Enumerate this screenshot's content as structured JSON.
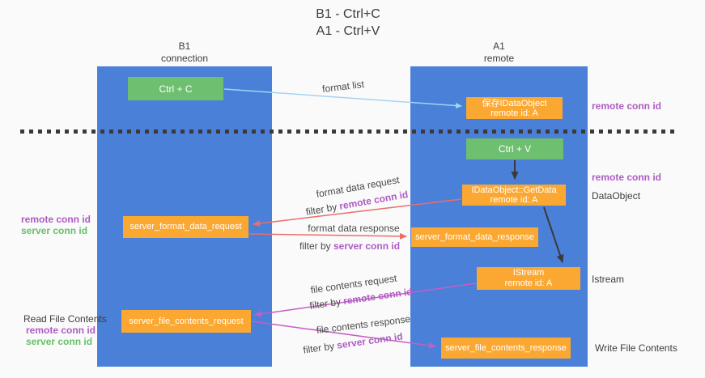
{
  "title": {
    "line1": "B1 - Ctrl+C",
    "line2": "A1 - Ctrl+V"
  },
  "lanes": {
    "left": {
      "name": "B1",
      "role": "connection"
    },
    "right": {
      "name": "A1",
      "role": "remote"
    }
  },
  "boxes": {
    "ctrl_c": "Ctrl + C",
    "ctrl_v": "Ctrl + V",
    "save_idataobject": {
      "line1": "保存IDataObject",
      "line2": "remote id: A"
    },
    "getdata": {
      "line1": "IDataObject::GetData",
      "line2": "remote id: A"
    },
    "format_request": "server_format_data_request",
    "format_response": "server_format_data_response",
    "istream": {
      "line1": "IStream",
      "line2": "remote id: A"
    },
    "file_request": "server_file_contents_request",
    "file_response": "server_file_contents_response"
  },
  "flow_labels": {
    "format_list": "format list",
    "format_data_request": "format data request",
    "format_data_response": "format data response",
    "file_contents_request": "file contents request",
    "file_contents_response": "file contents response",
    "filter_by": "filter by ",
    "remote_conn_id": "remote conn id",
    "server_conn_id": "server conn id"
  },
  "side_labels": {
    "remote_conn_id": "remote conn id",
    "server_conn_id": "server conn id",
    "dataobject": "DataObject",
    "istream": "Istream",
    "read_file_contents": "Read File Contents",
    "write_file_contents": "Write File Contents"
  },
  "colors": {
    "background": "#fafafa",
    "lane_blue": "#4a80d8",
    "box_green": "#6ebf70",
    "box_orange": "#fba832",
    "arrow_salmon": "#ea6e6b",
    "arrow_magenta": "#c45fc5",
    "arrow_lightblue": "#a4d4f2",
    "arrow_dark": "#3a3a3a",
    "text_dark": "#3d3d3d",
    "text_purple": "#ae5bc4",
    "text_green": "#67bf68"
  }
}
